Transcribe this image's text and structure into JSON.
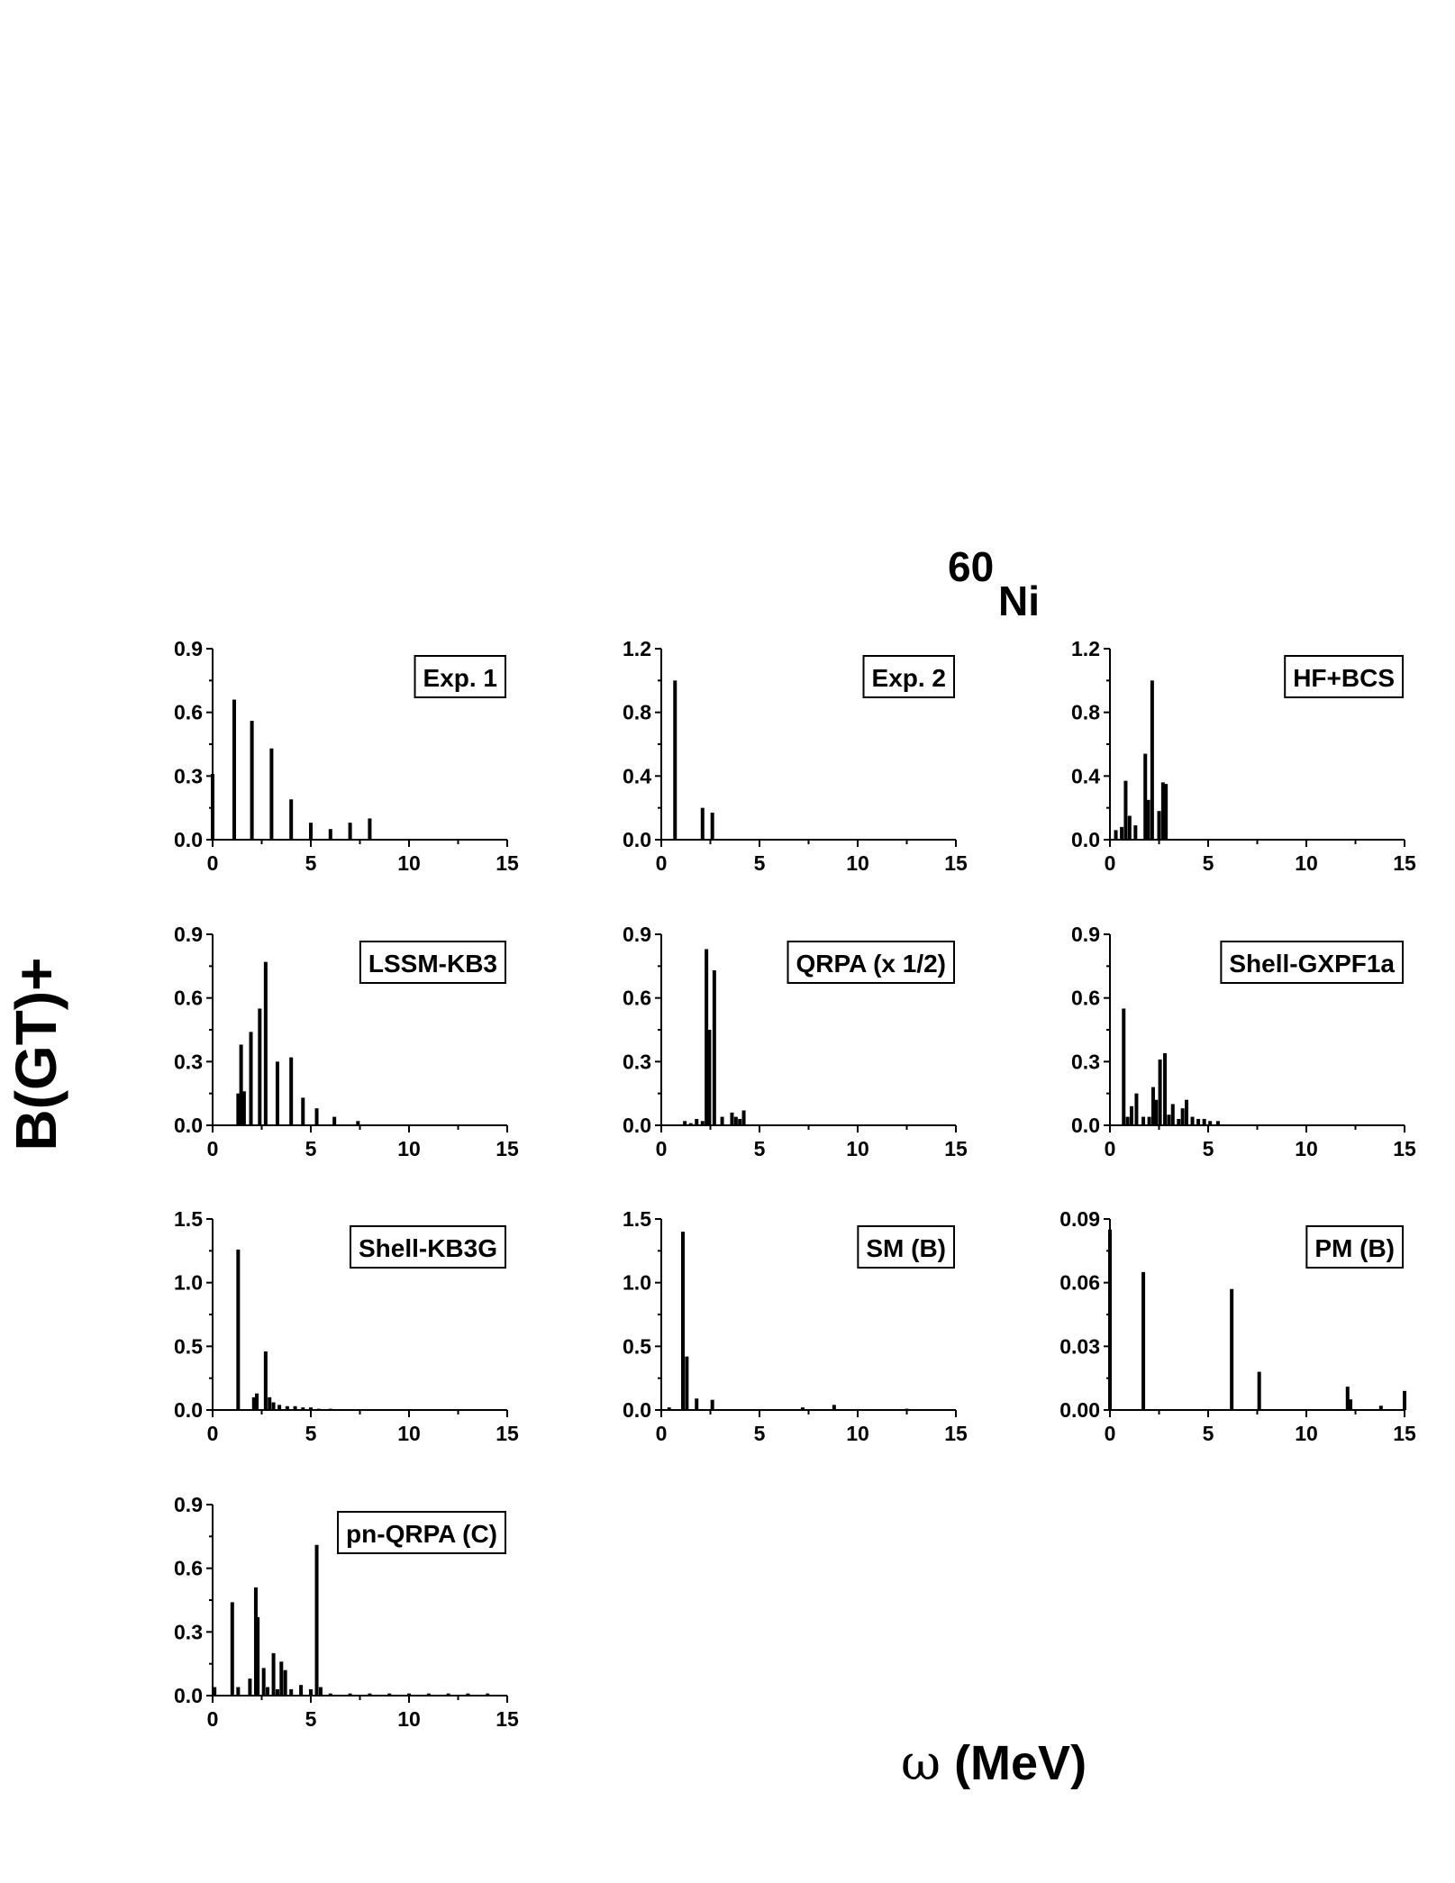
{
  "figure": {
    "mass_number": "60",
    "element": "Ni",
    "ylabel": "B(GT)+",
    "xlabel_symbol": "ω",
    "xlabel_unit": "(MeV)"
  },
  "chart_data": [
    {
      "type": "bar",
      "title": "Exp. 1",
      "xlim": [
        0,
        15
      ],
      "ylim": [
        0,
        0.9
      ],
      "xticks": [
        "0",
        "5",
        "10",
        "15"
      ],
      "yticks": [
        "0.0",
        "0.3",
        "0.6",
        "0.9"
      ],
      "x": [
        0.0,
        1.1,
        2.0,
        3.0,
        4.0,
        5.0,
        6.0,
        7.0,
        8.0
      ],
      "values": [
        0.31,
        0.66,
        0.56,
        0.43,
        0.19,
        0.08,
        0.05,
        0.08,
        0.1
      ]
    },
    {
      "type": "bar",
      "title": "Exp. 2",
      "xlim": [
        0,
        15
      ],
      "ylim": [
        0,
        1.2
      ],
      "xticks": [
        "0",
        "5",
        "10",
        "15"
      ],
      "yticks": [
        "0.0",
        "0.4",
        "0.8",
        "1.2"
      ],
      "x": [
        0.7,
        2.1,
        2.6
      ],
      "values": [
        1.0,
        0.2,
        0.17
      ]
    },
    {
      "type": "bar",
      "title": "HF+BCS",
      "xlim": [
        0,
        15
      ],
      "ylim": [
        0,
        1.2
      ],
      "xticks": [
        "0",
        "5",
        "10",
        "15"
      ],
      "yticks": [
        "0.0",
        "0.4",
        "0.8",
        "1.2"
      ],
      "x": [
        0.3,
        0.6,
        0.8,
        1.0,
        1.3,
        1.8,
        1.95,
        2.15,
        2.5,
        2.7,
        2.85
      ],
      "values": [
        0.06,
        0.08,
        0.37,
        0.15,
        0.09,
        0.54,
        0.25,
        1.0,
        0.18,
        0.36,
        0.35
      ]
    },
    {
      "type": "bar",
      "title": "LSSM-KB3",
      "xlim": [
        0,
        15
      ],
      "ylim": [
        0,
        0.9
      ],
      "xticks": [
        "0",
        "5",
        "10",
        "15"
      ],
      "yticks": [
        "0.0",
        "0.3",
        "0.6",
        "0.9"
      ],
      "x": [
        1.3,
        1.45,
        1.6,
        1.95,
        2.4,
        2.7,
        3.3,
        4.0,
        4.6,
        5.3,
        6.2,
        7.4
      ],
      "values": [
        0.15,
        0.38,
        0.16,
        0.44,
        0.55,
        0.77,
        0.3,
        0.32,
        0.13,
        0.08,
        0.04,
        0.02
      ]
    },
    {
      "type": "bar",
      "title": "QRPA (x 1/2)",
      "xlim": [
        0,
        15
      ],
      "ylim": [
        0,
        0.9
      ],
      "xticks": [
        "0",
        "5",
        "10",
        "15"
      ],
      "yticks": [
        "0.0",
        "0.3",
        "0.6",
        "0.9"
      ],
      "x": [
        1.2,
        1.5,
        1.8,
        2.1,
        2.3,
        2.45,
        2.7,
        3.1,
        3.6,
        3.8,
        4.0,
        4.2
      ],
      "values": [
        0.02,
        0.01,
        0.03,
        0.02,
        0.83,
        0.45,
        0.73,
        0.04,
        0.06,
        0.04,
        0.03,
        0.07
      ]
    },
    {
      "type": "bar",
      "title": "Shell-GXPF1a",
      "xlim": [
        0,
        15
      ],
      "ylim": [
        0,
        0.9
      ],
      "xticks": [
        "0",
        "5",
        "10",
        "15"
      ],
      "yticks": [
        "0.0",
        "0.3",
        "0.6",
        "0.9"
      ],
      "x": [
        0.7,
        0.9,
        1.1,
        1.35,
        1.7,
        2.0,
        2.2,
        2.35,
        2.55,
        2.8,
        3.0,
        3.2,
        3.5,
        3.7,
        3.9,
        4.2,
        4.5,
        4.8,
        5.1,
        5.5
      ],
      "values": [
        0.55,
        0.04,
        0.09,
        0.15,
        0.04,
        0.04,
        0.18,
        0.12,
        0.31,
        0.34,
        0.05,
        0.1,
        0.03,
        0.08,
        0.12,
        0.04,
        0.03,
        0.03,
        0.02,
        0.02
      ]
    },
    {
      "type": "bar",
      "title": "Shell-KB3G",
      "xlim": [
        0,
        15
      ],
      "ylim": [
        0,
        1.5
      ],
      "xticks": [
        "0",
        "5",
        "10",
        "15"
      ],
      "yticks": [
        "0.0",
        "0.5",
        "1.0",
        "1.5"
      ],
      "x": [
        1.3,
        2.1,
        2.25,
        2.7,
        2.9,
        3.1,
        3.4,
        3.8,
        4.2,
        4.6,
        5.0,
        5.4,
        6.0
      ],
      "values": [
        1.26,
        0.1,
        0.13,
        0.46,
        0.1,
        0.06,
        0.04,
        0.03,
        0.03,
        0.02,
        0.02,
        0.01,
        0.01
      ]
    },
    {
      "type": "bar",
      "title": "SM (B)",
      "xlim": [
        0,
        15
      ],
      "ylim": [
        0,
        1.5
      ],
      "xticks": [
        "0",
        "5",
        "10",
        "15"
      ],
      "yticks": [
        "0.0",
        "0.5",
        "1.0",
        "1.5"
      ],
      "x": [
        0.4,
        1.1,
        1.3,
        1.8,
        2.6,
        7.2,
        8.8,
        12.5
      ],
      "values": [
        0.02,
        1.4,
        0.42,
        0.09,
        0.08,
        0.02,
        0.04,
        0.01
      ]
    },
    {
      "type": "bar",
      "title": "PM (B)",
      "xlim": [
        0,
        15
      ],
      "ylim": [
        0,
        0.09
      ],
      "xticks": [
        "0",
        "5",
        "10",
        "15"
      ],
      "yticks": [
        "0.00",
        "0.03",
        "0.06",
        "0.09"
      ],
      "x": [
        0.0,
        1.7,
        6.2,
        7.6,
        12.1,
        12.25,
        13.8,
        15.0
      ],
      "values": [
        0.085,
        0.065,
        0.057,
        0.018,
        0.011,
        0.005,
        0.002,
        0.009
      ]
    },
    {
      "type": "bar",
      "title": "pn-QRPA (C)",
      "xlim": [
        0,
        15
      ],
      "ylim": [
        0,
        0.9
      ],
      "xticks": [
        "0",
        "5",
        "10",
        "15"
      ],
      "yticks": [
        "0.0",
        "0.3",
        "0.6",
        "0.9"
      ],
      "x": [
        0.1,
        1.0,
        1.3,
        1.9,
        2.2,
        2.3,
        2.6,
        2.8,
        3.1,
        3.3,
        3.5,
        3.7,
        4.0,
        4.5,
        5.0,
        5.3,
        5.5,
        6.0,
        7.0,
        8.0,
        9.0,
        10.0,
        11.0,
        12.0,
        13.0,
        14.0
      ],
      "values": [
        0.04,
        0.44,
        0.04,
        0.08,
        0.51,
        0.37,
        0.13,
        0.04,
        0.2,
        0.03,
        0.16,
        0.12,
        0.03,
        0.05,
        0.03,
        0.71,
        0.04,
        0.01,
        0.01,
        0.01,
        0.01,
        0.01,
        0.01,
        0.01,
        0.01,
        0.01
      ]
    }
  ]
}
